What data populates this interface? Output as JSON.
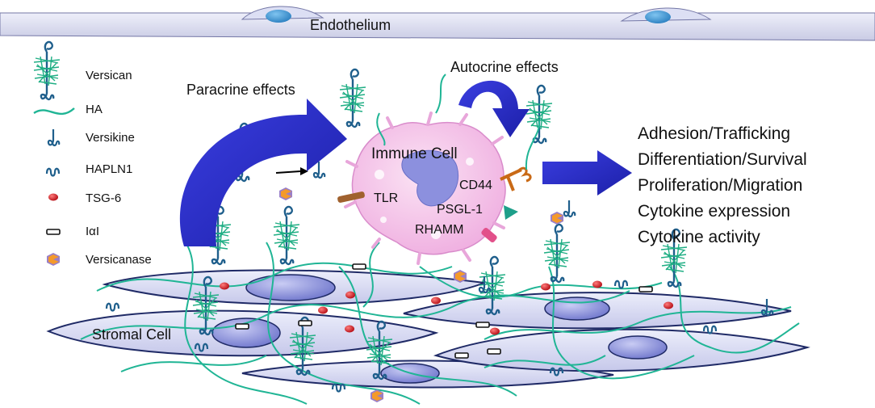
{
  "endothelium_label": "Endothelium",
  "legend": [
    {
      "label": "Versican",
      "icon": "versican-icon"
    },
    {
      "label": "HA",
      "icon": "ha-icon"
    },
    {
      "label": "Versikine",
      "icon": "versikine-icon"
    },
    {
      "label": "HAPLN1",
      "icon": "hapln1-icon"
    },
    {
      "label": "TSG-6",
      "icon": "tsg6-icon"
    },
    {
      "label": "IαI",
      "icon": "iai-icon"
    },
    {
      "label": "Versicanase",
      "icon": "versicanase-icon"
    }
  ],
  "paracrine_label": "Paracrine effects",
  "autocrine_label": "Autocrine effects",
  "immune_cell": {
    "title": "Immune Cell",
    "receptors": [
      "CD44",
      "TLR",
      "PSGL-1",
      "RHAMM"
    ]
  },
  "outcomes": [
    "Adhesion/Trafficking",
    "Differentiation/Survival",
    "Proliferation/Migration",
    "Cytokine expression",
    "Cytokine activity"
  ],
  "stromal_label": "Stromal Cell",
  "colors": {
    "arrow": "#2b2fd0",
    "immune_cell": "#f4bfe6",
    "stromal_cell": "#dadcf2",
    "nucleus": "#7f86d8",
    "ha": "#20b595",
    "versican_core": "#1f5f8c",
    "tsg6": "#d1121c",
    "versicanase": "#f59a2a"
  }
}
